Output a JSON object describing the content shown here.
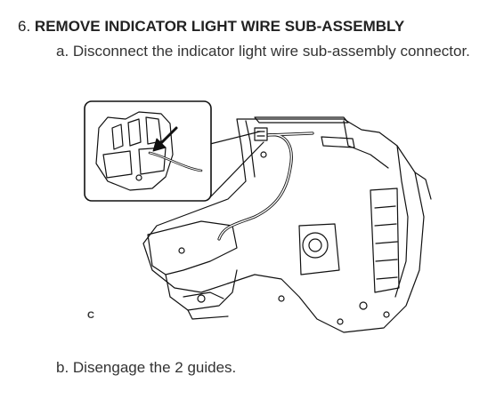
{
  "step": {
    "number": "6.",
    "title": "REMOVE INDICATOR LIGHT WIRE SUB-ASSEMBLY"
  },
  "substeps": [
    {
      "text": "a. Disconnect the indicator light wire sub-assembly connector."
    },
    {
      "text": "b. Disengage the 2 guides."
    }
  ],
  "figure": {
    "label": "C"
  }
}
